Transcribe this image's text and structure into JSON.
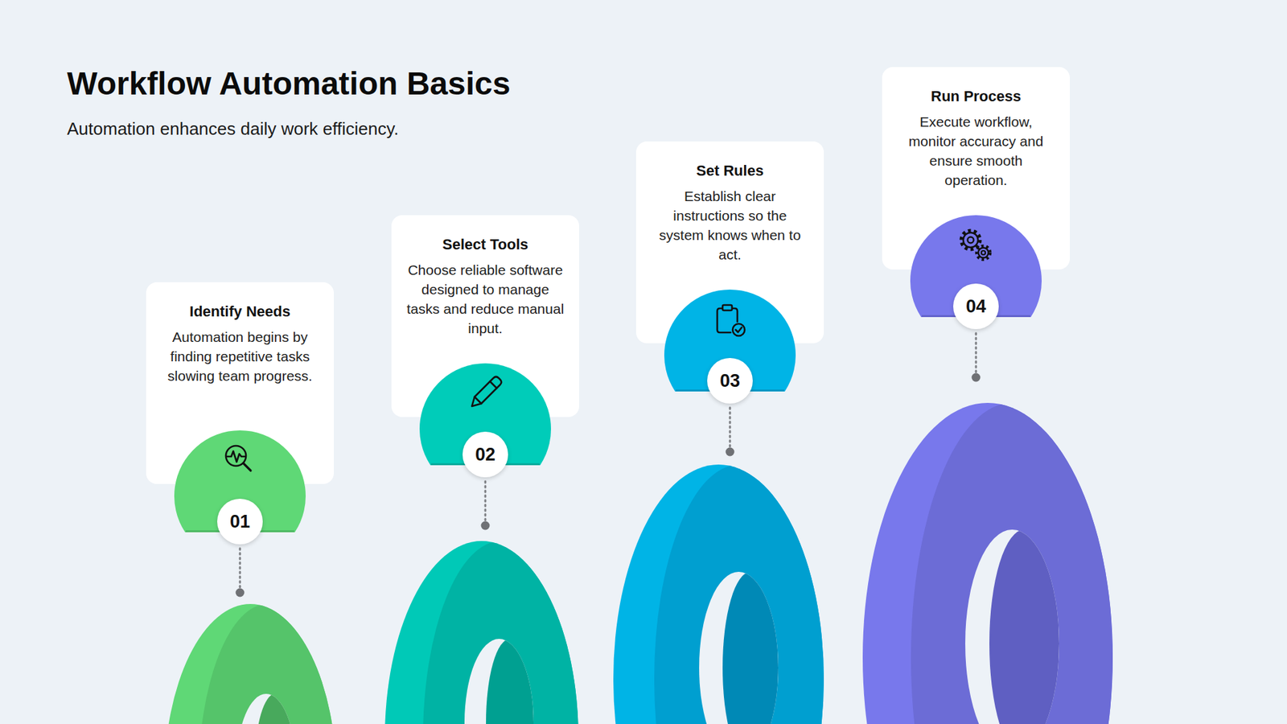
{
  "diagram": {
    "title": "Workflow Automation Basics",
    "caption": "Automation enhances daily work efficiency.",
    "nodes": [
      {
        "text": [
          "Identify Needs",
          "Automation begins by finding repetitive tasks slowing team progress."
        ]
      },
      {
        "text": [
          "01"
        ]
      },
      {
        "text": [
          "Select Tools",
          "Choose reliable software designed to manage tasks and reduce manual input."
        ]
      },
      {
        "text": [
          "02"
        ]
      },
      {
        "text": [
          "Set Rules",
          "Establish clear instructions so the system knows when to act."
        ]
      },
      {
        "text": [
          "03"
        ]
      },
      {
        "text": [
          "Run Process",
          "Execute workflow, monitor accuracy and ensure smooth operation."
        ]
      },
      {
        "text": [
          "04"
        ]
      }
    ]
  }
}
